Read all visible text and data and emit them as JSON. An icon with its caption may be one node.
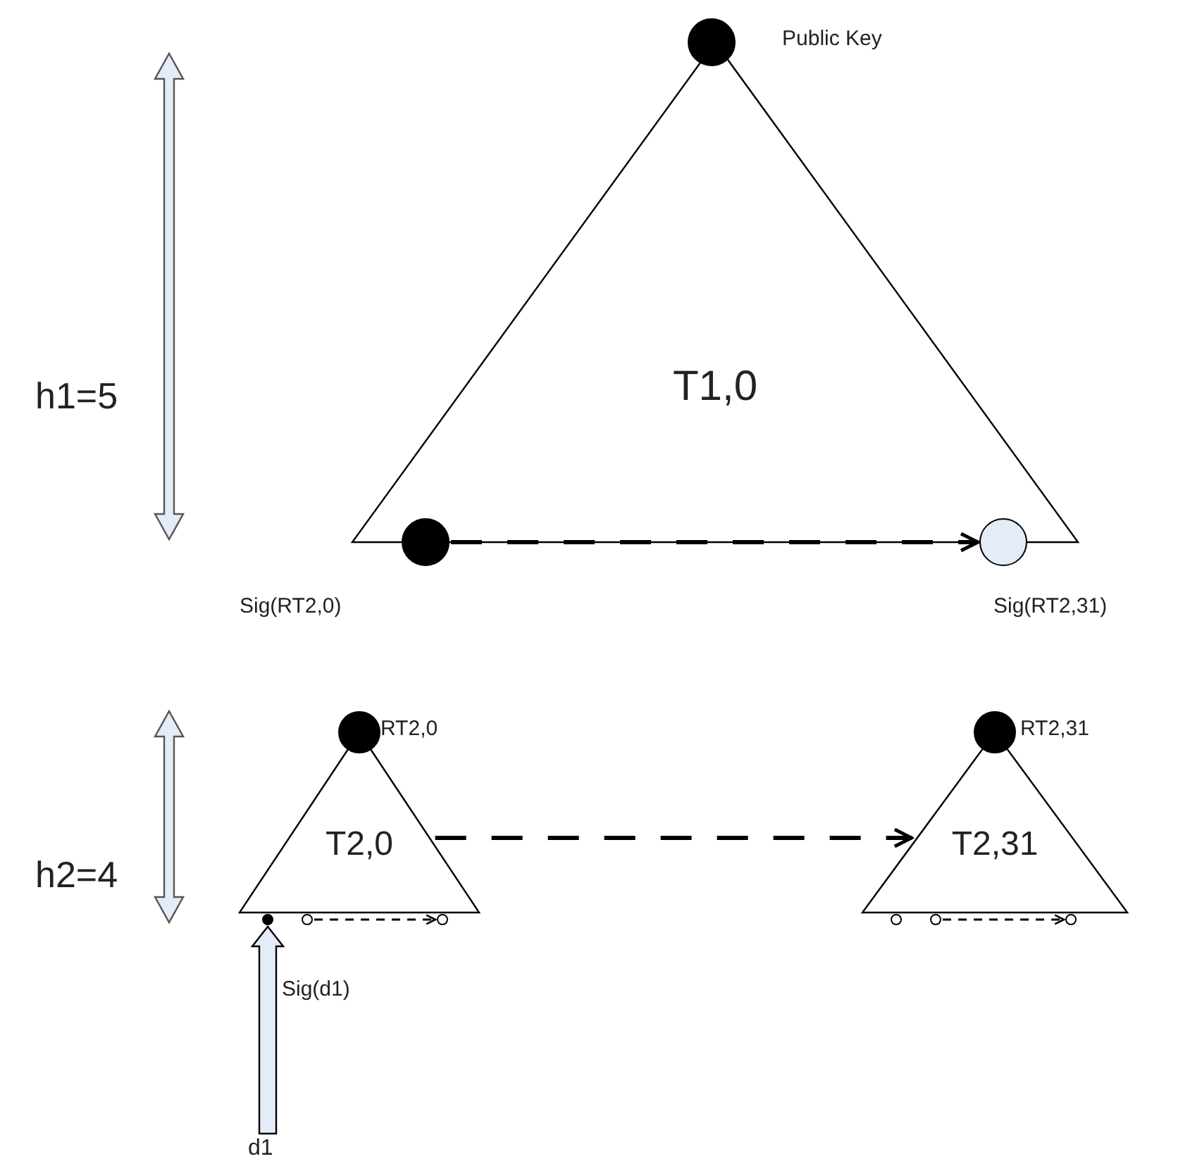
{
  "diagram": {
    "nodes": [
      {
        "text": [
          "T1,0"
        ]
      },
      {
        "text": [],
        "shape": "circle"
      },
      {
        "text": [],
        "shape": "circle",
        "beside": [
          "Sig(RT2,0)"
        ]
      },
      {
        "text": [],
        "shape": "circle",
        "beside": [
          "Sig(RT2,31)"
        ]
      },
      {
        "text": [
          "T2,0"
        ]
      },
      {
        "text": [],
        "shape": "circle",
        "beside": [
          "RT2,0"
        ]
      },
      {
        "text": [
          "T2,31"
        ]
      },
      {
        "text": [],
        "shape": "circle",
        "beside": [
          "RT2,31"
        ]
      },
      {
        "text": [],
        "shape": "circle"
      },
      {
        "text": [],
        "shape": "circle"
      },
      {
        "text": [],
        "shape": "circle"
      },
      {
        "text": [],
        "shape": "circle"
      },
      {
        "text": [],
        "shape": "circle"
      },
      {
        "text": [],
        "shape": "circle"
      },
      {
        "text": [
          "d1"
        ]
      }
    ],
    "edges": [
      {
        "from": 2,
        "to": 3,
        "arrow": "to",
        "style": "dashed"
      },
      {
        "from": 4,
        "to": 6,
        "arrow": "to",
        "style": "dashed"
      },
      {
        "from": 9,
        "to": 10,
        "arrow": "to",
        "style": "dashed"
      },
      {
        "from": 12,
        "to": 13,
        "arrow": "to",
        "style": "dashed"
      },
      {
        "from": 14,
        "to": 8,
        "arrow": "to",
        "style": "thick",
        "label": "Sig(d1)"
      }
    ],
    "labels": [
      "Public Key",
      "h1=5",
      "h2=4"
    ]
  }
}
